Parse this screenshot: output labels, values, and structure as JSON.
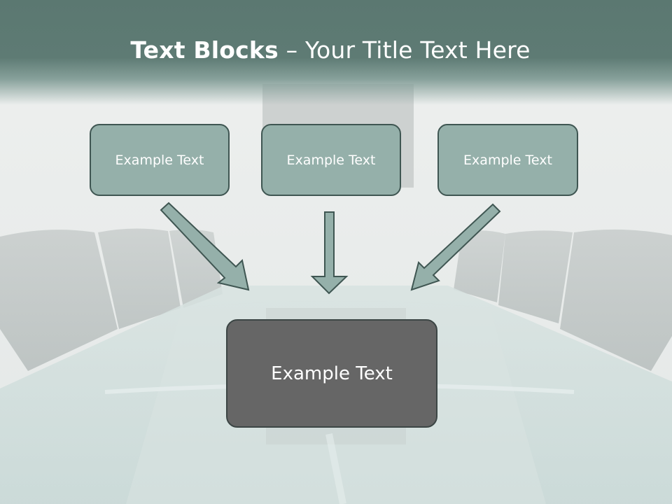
{
  "slide": {
    "title_bold": "Text Blocks",
    "title_separator": " – ",
    "title_rest": "Your Title Text Here"
  },
  "blocks": [
    {
      "label": "Example Text"
    },
    {
      "label": "Example Text"
    },
    {
      "label": "Example Text"
    }
  ],
  "target": {
    "label": "Example Text"
  },
  "colors": {
    "header": "#5b7871",
    "block_fill": "#95b0aa",
    "block_border": "#3f5652",
    "target_fill": "#666666",
    "arrow_fill": "#95b0aa"
  },
  "icons": [
    "arrow-down-right-icon",
    "arrow-down-icon",
    "arrow-down-left-icon"
  ]
}
